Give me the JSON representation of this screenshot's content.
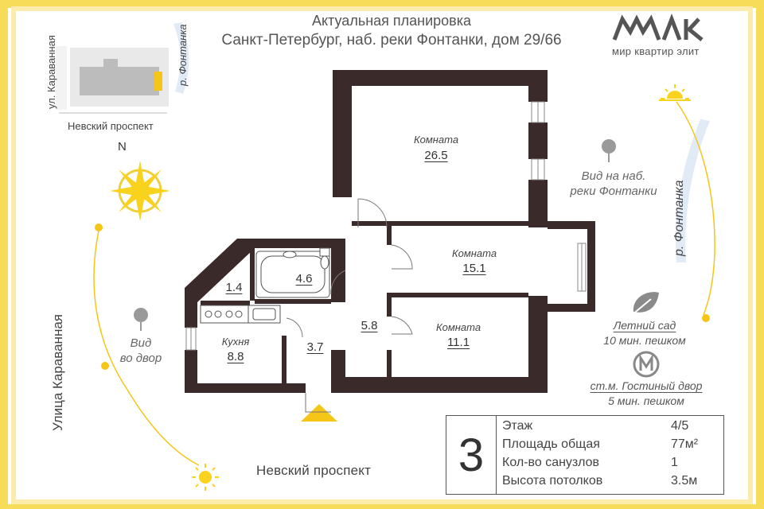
{
  "header": {
    "title_line1": "Актуальная планировка",
    "title_line2": "Санкт-Петербург, наб. реки Фонтанки, дом 29/66"
  },
  "logo": {
    "icon": "logo-mark-icon",
    "text": "мир квартир элит"
  },
  "map": {
    "street_top": "ул. Караванная",
    "street_bottom": "Невский проспект",
    "river": "р. Фонтанка",
    "north_label": "N"
  },
  "views": {
    "courtyard": "Вид\nво двор",
    "embankment": "Вид на наб.\nреки Фонтанки"
  },
  "rooms": [
    {
      "id": "room-1",
      "label": "Комната",
      "area": "26.5"
    },
    {
      "id": "room-2",
      "label": "Комната",
      "area": "15.1"
    },
    {
      "id": "room-3",
      "label": "Комната",
      "area": "11.1"
    },
    {
      "id": "kitchen",
      "label": "Кухня",
      "area": "8.8"
    },
    {
      "id": "toilet",
      "label": "",
      "area": "1.4"
    },
    {
      "id": "bathroom",
      "label": "",
      "area": "4.6"
    },
    {
      "id": "hall",
      "label": "",
      "area": "3.7"
    },
    {
      "id": "corridor",
      "label": "",
      "area": "5.8"
    }
  ],
  "poi": {
    "garden_name": "Летний сад",
    "garden_time": "10 мин. пешком",
    "metro_name": "ст.м. Гостиный двор",
    "metro_time": "5 мин. пешком"
  },
  "streets": {
    "bottom": "Невский проспект",
    "left": "Улица Караванная",
    "right": "р. Фонтанка"
  },
  "info": {
    "rooms_count": "3",
    "rows": [
      {
        "label": "Этаж",
        "value": "4/5"
      },
      {
        "label": "Площадь общая",
        "value": "77м²"
      },
      {
        "label": "Кол-во санузлов",
        "value": "1"
      },
      {
        "label": "Высота потолков",
        "value": "3.5м"
      }
    ]
  },
  "colors": {
    "frame": "#f7dc5a",
    "wall": "#3a2a29",
    "accent": "#f5c518",
    "sun": "#f8d21c"
  }
}
